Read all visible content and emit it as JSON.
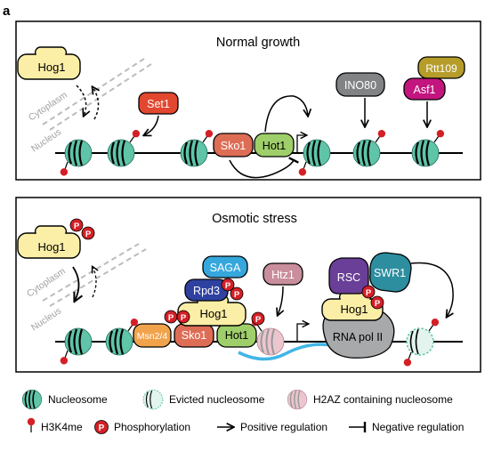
{
  "panel_letter": "a",
  "panels": {
    "normal": {
      "title": "Normal growth",
      "hog1": "Hog1",
      "cytoplasm": "Cytoplasm",
      "nucleus": "Nucleus",
      "set1": "Set1",
      "sko1": "Sko1",
      "hot1": "Hot1",
      "ino80": "INO80",
      "asf1": "Asf1",
      "rtt109": "Rtt109"
    },
    "stress": {
      "title": "Osmotic stress",
      "hog1_cyto": "Hog1",
      "cytoplasm": "Cytoplasm",
      "nucleus": "Nucleus",
      "saga": "SAGA",
      "rpd3": "Rpd3",
      "hog1_complex": "Hog1",
      "msn24": "Msn2/4",
      "sko1": "Sko1",
      "hot1": "Hot1",
      "htz1": "Htz1",
      "rsc": "RSC",
      "swr1": "SWR1",
      "hog1_pol": "Hog1",
      "rnapol": "RNA pol II",
      "p": "P"
    }
  },
  "legend": {
    "nucleosome": "Nucleosome",
    "evicted": "Evicted nucleosome",
    "h2az": "H2AZ containing nucleosome",
    "h3k4me": "H3K4me",
    "phosphorylation": "Phosphorylation",
    "positive": "Positive regulation",
    "negative": "Negative regulation",
    "p": "P"
  },
  "colors": {
    "nucleosome": "#5fc4a8",
    "hog1": "#fbeea6",
    "set1": "#e2472f",
    "sko1": "#dd6d55",
    "hot1": "#9fcf6a",
    "ino80": "#828385",
    "asf1": "#c2157e",
    "rtt109": "#b69d2a",
    "saga": "#35a7dd",
    "rpd3": "#2f41a0",
    "msn24": "#f1a34b",
    "htz1": "#c98e9b",
    "rsc": "#6a3f97",
    "swr1": "#2d8ea0",
    "rnapol": "#a8a9ab",
    "phospho": "#d51f26",
    "rna": "#41b6e6"
  }
}
